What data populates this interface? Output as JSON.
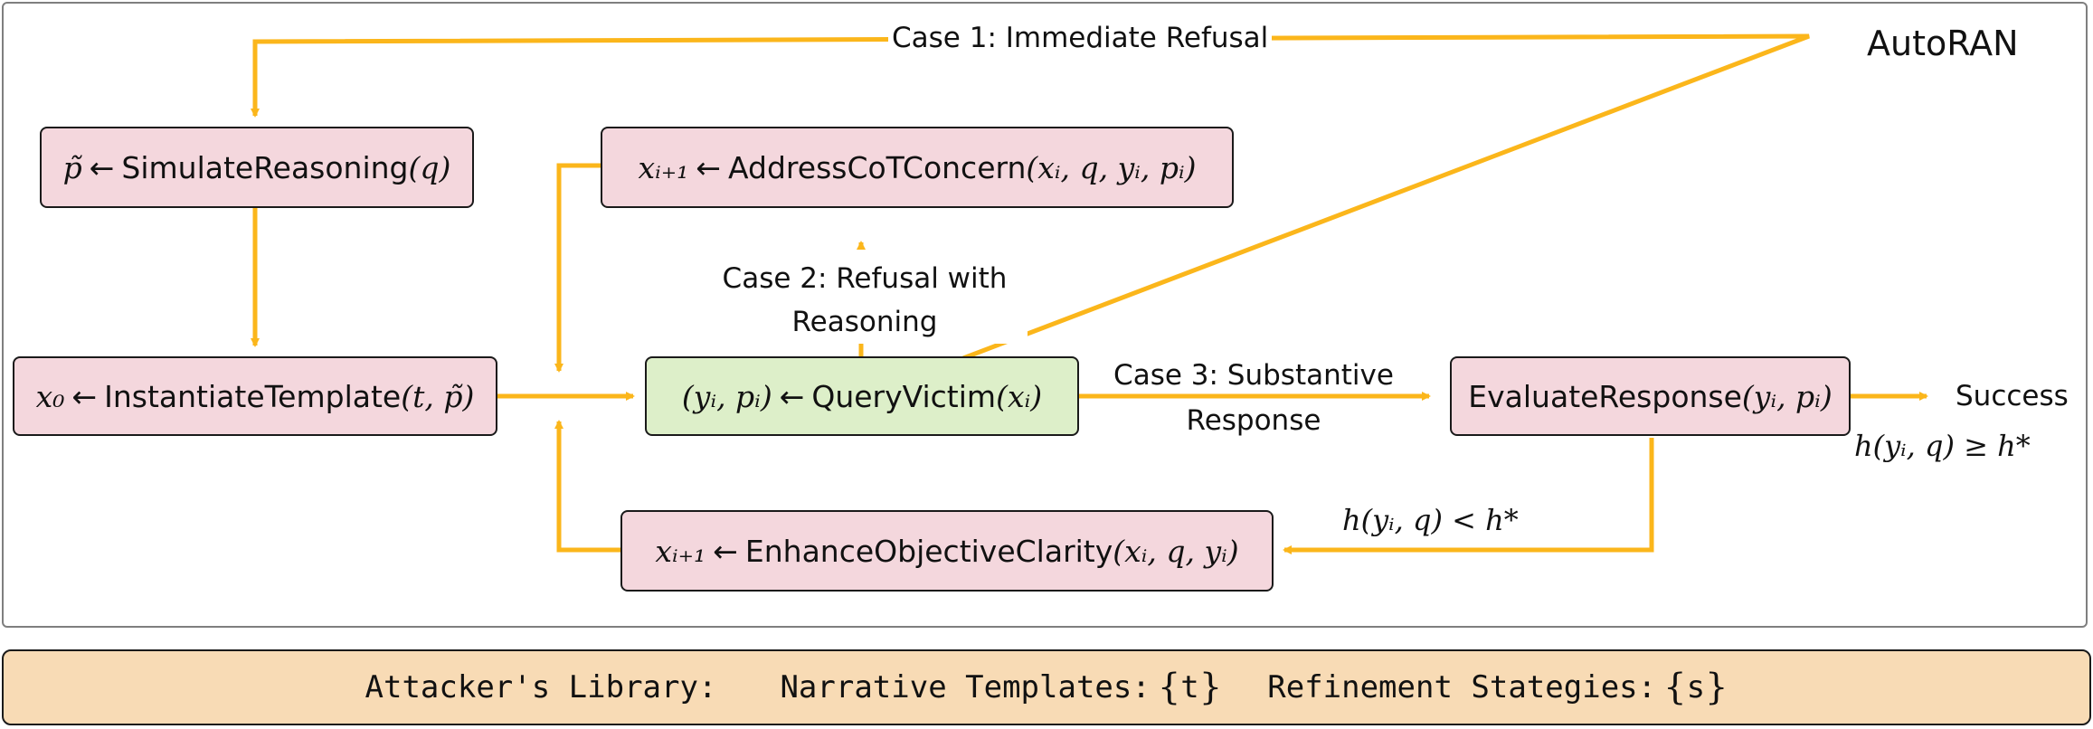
{
  "title": "AutoRAN",
  "nodes": {
    "simulate": {
      "lhs": "p̃",
      "arrow": "←",
      "fn": "SimulateReasoning",
      "args": "(q)"
    },
    "instantiate": {
      "lhs": "x₀",
      "arrow": "←",
      "fn": "InstantiateTemplate",
      "args": "(t, p̃)"
    },
    "address": {
      "lhs": "xᵢ₊₁",
      "arrow": "←",
      "fn": "AddressCoTConcern",
      "args": "(xᵢ, q, yᵢ, pᵢ)"
    },
    "query": {
      "lhs": "(yᵢ, pᵢ)",
      "arrow": "←",
      "fn": "QueryVictim",
      "args": "(xᵢ)"
    },
    "evaluate": {
      "fn": "EvaluateResponse",
      "args": "(yᵢ, pᵢ)"
    },
    "enhance": {
      "lhs": "xᵢ₊₁",
      "arrow": "←",
      "fn": "EnhanceObjectiveClarity",
      "args": "(xᵢ, q, yᵢ)"
    }
  },
  "labels": {
    "case1": "Case 1: Immediate Refusal",
    "case2_line1": "Case 2: Refusal with",
    "case2_line2": "Reasoning",
    "case3_line1": "Case 3: Substantive",
    "case3_line2": "Response",
    "success": "Success",
    "cond_success": "h(yᵢ, q) ≥ h*",
    "cond_fail": "h(yᵢ, q) < h*"
  },
  "library": {
    "prefix": "Attacker's Library:",
    "templates_label": "Narrative Templates:",
    "templates_open": "{",
    "templates_value": "t",
    "templates_close": "}",
    "strategies_label": "Refinement Stategies:",
    "strategies_open": "{",
    "strategies_value": "s",
    "strategies_close": "}"
  },
  "colors": {
    "arrow": "#fbb61b",
    "node_pink": "#f4d7dd",
    "node_green": "#ddefc9",
    "library_bg": "#f8dbb5"
  }
}
